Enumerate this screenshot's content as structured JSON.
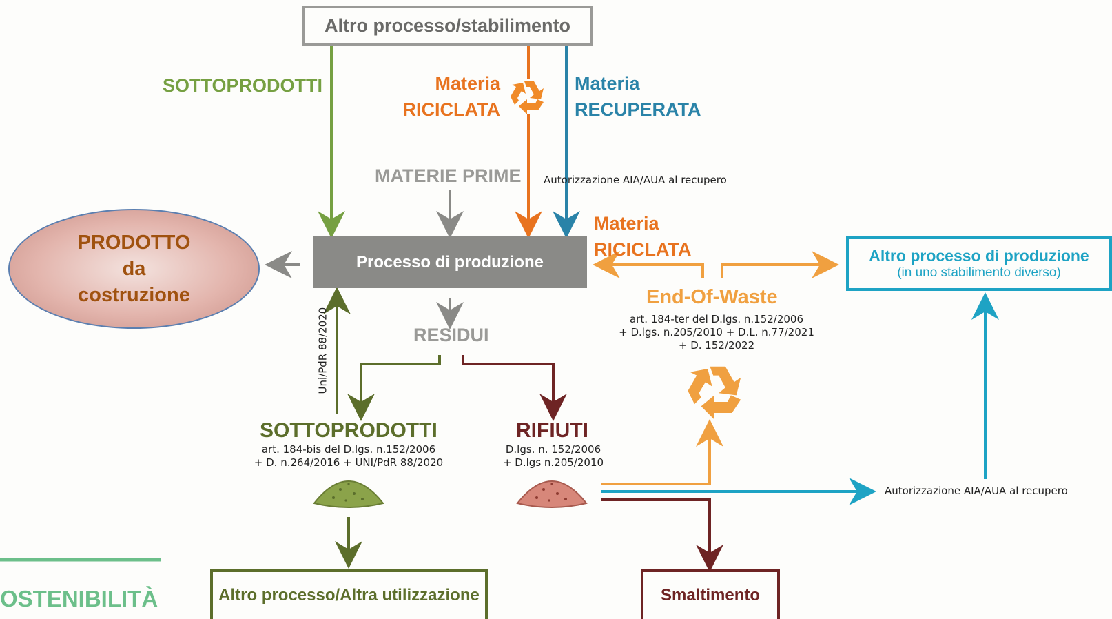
{
  "top_box": {
    "label": "Altro processo/stabilimento"
  },
  "labels": {
    "sottoprodotti_top": "SOTTOPRODOTTI",
    "materia_riciclata_top_1": "Materia",
    "materia_riciclata_top_2": "RICICLATA",
    "materia_recuperata_1": "Materia",
    "materia_recuperata_2": "RECUPERATA",
    "materie_prime": "MATERIE PRIME",
    "autorizzazione_top": "Autorizzazione AIA/AUA al recupero",
    "materia_riciclata_right_1": "Materia",
    "materia_riciclata_right_2": "RICICLATA",
    "residui": "RESIDUI",
    "uni_pdr_vertical": "Uni/PdR 88/2020",
    "autorizzazione_bottom": "Autorizzazione AIA/AUA al recupero",
    "sostenibilita": "OSTENIBILITÀ"
  },
  "process_box": {
    "label": "Processo di produzione"
  },
  "product_ellipse": {
    "line1": "PRODOTTO",
    "line2": "da",
    "line3": "costruzione"
  },
  "other_process_box": {
    "line1": "Altro processo di produzione",
    "line2": "(in uno stabilimento diverso)"
  },
  "end_of_waste": {
    "title": "End-Of-Waste",
    "ref1": "art. 184-ter del D.lgs. n.152/2006",
    "ref2": "+ D.lgs. n.205/2010 + D.L. n.77/2021",
    "ref3": "+ D. 152/2022"
  },
  "sottoprodotti_node": {
    "title": "SOTTOPRODOTTI",
    "ref1": "art. 184-bis del D.lgs. n.152/2006",
    "ref2": "+ D. n.264/2016 + UNI/PdR 88/2020"
  },
  "rifiuti_node": {
    "title": "RIFIUTI",
    "ref1": "D.lgs. n. 152/2006",
    "ref2": "+ D.lgs n.205/2010"
  },
  "bottom_left_box": {
    "label": "Altro processo/Altra utilizzazione"
  },
  "bottom_right_box": {
    "label": "Smaltimento"
  },
  "icons": [
    "recycle-icon",
    "pile-icon"
  ],
  "colors": {
    "grey": "#8a8a87",
    "green": "#76a042",
    "olive": "#5c6e2b",
    "orange": "#e8731f",
    "light_orange": "#f0a040",
    "teal": "#2a83a8",
    "cyan": "#1ea3c4",
    "maroon": "#6e2424",
    "brown_text": "#a0520f",
    "sust_green": "#6cbf8a"
  }
}
